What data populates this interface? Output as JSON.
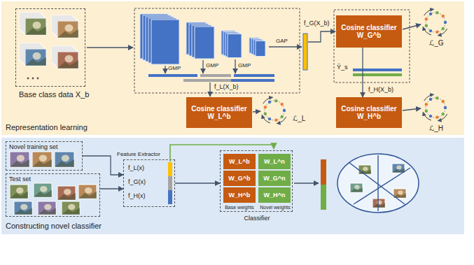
{
  "diagram": {
    "nodes": [
      {
        "text": [
          "Representation learning"
        ]
      },
      {
        "text": [
          "Base class data X_b"
        ],
        "in": 0
      },
      {
        "text": [
          "Cosine classifier",
          "W_L^b"
        ],
        "in": 0
      },
      {
        "text": [
          "Cosine classifier",
          "W_G^b"
        ],
        "in": 0
      },
      {
        "text": [
          "Cosine classifier",
          "W_H^b"
        ],
        "in": 0
      },
      {
        "text": [
          "Constructing novel classifier"
        ]
      },
      {
        "text": [
          "Novel training set"
        ],
        "in": 5
      },
      {
        "text": [
          "Test set"
        ],
        "in": 5
      },
      {
        "text": [
          "Feature Extractor",
          "f_L(x)",
          "f_G(x)",
          "f_H(x)"
        ],
        "in": 5
      },
      {
        "text": [
          "Classifier",
          "Base weights",
          "Novel weights"
        ],
        "in": 5
      },
      {
        "text": [
          "W_L^b"
        ],
        "in": 9
      },
      {
        "text": [
          "W_G^b"
        ],
        "in": 9
      },
      {
        "text": [
          "W_H^b"
        ],
        "in": 9
      },
      {
        "text": [
          "W_L^n"
        ],
        "in": 9
      },
      {
        "text": [
          "W_G^n"
        ],
        "in": 9
      },
      {
        "text": [
          "W_H^n"
        ],
        "in": 9
      }
    ],
    "edges": [
      {
        "from": 3,
        "to": 4,
        "arrow": "to"
      },
      {
        "from": 6,
        "to": 8,
        "arrow": "to"
      },
      {
        "from": 7,
        "to": 8,
        "arrow": "to"
      },
      {
        "from": 8,
        "to": 9,
        "arrow": "to"
      }
    ],
    "labels": [
      "GMP",
      "GMP",
      "GMP",
      "GAP",
      "f_G(X_b)",
      "f_L(X_b)",
      "f_H(X_b)",
      "Ŷ_s",
      "ℒ_G",
      "ℒ_L",
      "ℒ_H"
    ]
  }
}
